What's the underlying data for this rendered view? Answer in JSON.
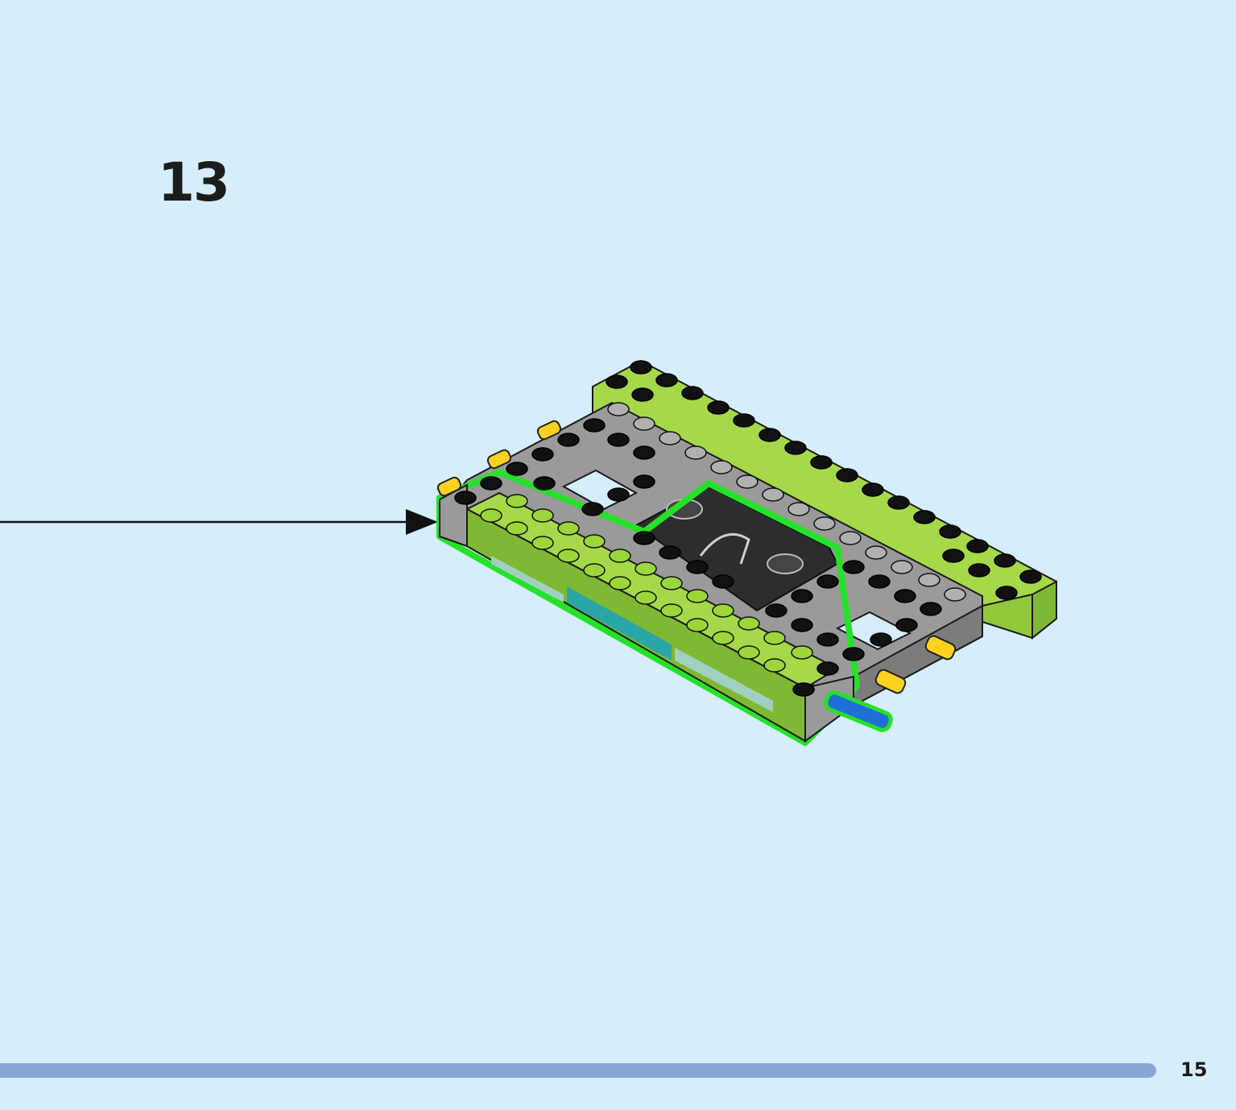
{
  "step": {
    "number": "13"
  },
  "footer": {
    "page_number": "15",
    "progress": 1.0
  },
  "colors": {
    "background": "#d5edfc",
    "lime": "#a6d94a",
    "lime_dark": "#7fb832",
    "gray": "#9a9a9a",
    "gray_dark": "#6e6e6e",
    "black_part": "#2d2d2d",
    "highlight": "#27e02a",
    "yellow_pin": "#ffd21f",
    "blue_pin": "#1f6fd6",
    "teal_plate": "#2aa6a6",
    "progress": "#85a8d8"
  },
  "illustration": {
    "icon": "lego-frame-assembly-icon",
    "callout_icon": "arrow-right-icon"
  }
}
